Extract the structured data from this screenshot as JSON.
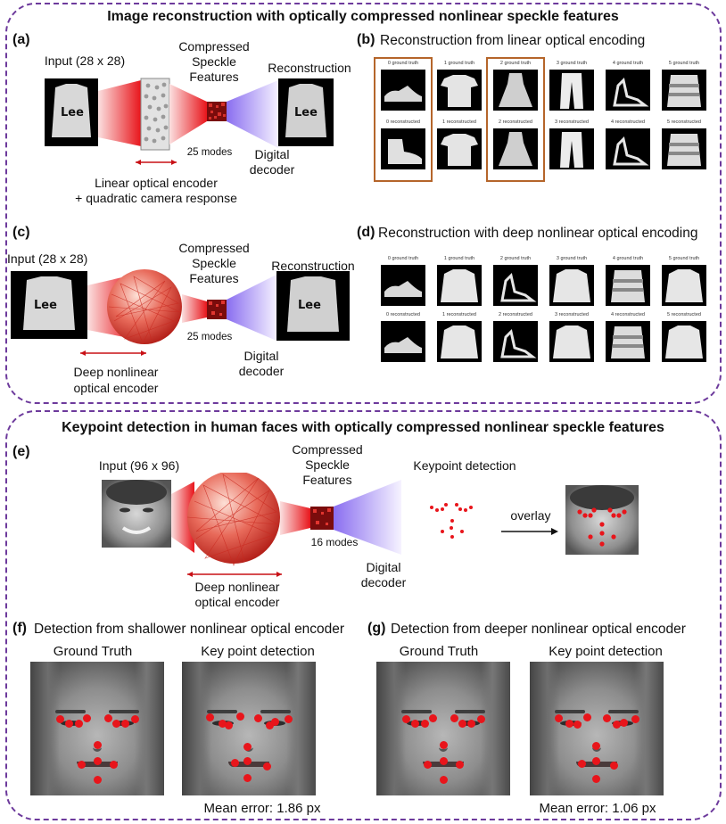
{
  "top_section": {
    "heading": "Image reconstruction with optically compressed nonlinear speckle features",
    "panel_a": {
      "label": "(a)",
      "input_label": "Input (28 x 28)",
      "features_label_1": "Compressed",
      "features_label_2": "Speckle",
      "features_label_3": "Features",
      "reconstruction_label": "Reconstruction",
      "modes_label": "25 modes",
      "encoder_label_1": "Linear optical encoder",
      "encoder_label_2": "+ quadratic camera response",
      "decoder_label_1": "Digital",
      "decoder_label_2": "decoder"
    },
    "panel_b": {
      "label": "(b)",
      "title": "Reconstruction from linear optical encoding",
      "top_captions": [
        "0 ground truth",
        "1 ground truth",
        "2 ground truth",
        "3 ground truth",
        "4 ground truth",
        "5 ground truth"
      ],
      "bottom_captions": [
        "0 reconstructed",
        "1 reconstructed",
        "2 reconstructed",
        "3 reconstructed",
        "4 reconstructed",
        "5 reconstructed"
      ]
    },
    "panel_c": {
      "label": "(c)",
      "input_label": "Input (28 x 28)",
      "features_label_1": "Compressed",
      "features_label_2": "Speckle",
      "features_label_3": "Features",
      "reconstruction_label": "Reconstruction",
      "modes_label": "25 modes",
      "encoder_label_1": "Deep nonlinear",
      "encoder_label_2": "optical encoder",
      "decoder_label_1": "Digital",
      "decoder_label_2": "decoder"
    },
    "panel_d": {
      "label": "(d)",
      "title": "Reconstruction with deep nonlinear optical encoding",
      "top_captions": [
        "0 ground truth",
        "1 ground truth",
        "2 ground truth",
        "3 ground truth",
        "4 ground truth",
        "5 ground truth"
      ],
      "bottom_captions": [
        "0 reconstructed",
        "1 reconstructed",
        "2 reconstructed",
        "3 reconstructed",
        "4 reconstructed",
        "5 reconstructed"
      ]
    }
  },
  "bottom_section": {
    "heading": "Keypoint detection in human faces with optically compressed nonlinear speckle features",
    "panel_e": {
      "label": "(e)",
      "input_label": "Input (96 x 96)",
      "features_label_1": "Compressed",
      "features_label_2": "Speckle",
      "features_label_3": "Features",
      "keypoint_label": "Keypoint detection",
      "modes_label": "16 modes",
      "overlay_label": "overlay",
      "encoder_label_1": "Deep nonlinear",
      "encoder_label_2": "optical encoder",
      "decoder_label_1": "Digital",
      "decoder_label_2": "decoder"
    },
    "panel_f": {
      "label": "(f)",
      "title": "Detection from shallower nonlinear optical encoder",
      "ground_truth_label": "Ground Truth",
      "detection_label": "Key point detection",
      "error_label": "Mean error: 1.86 px"
    },
    "panel_g": {
      "label": "(g)",
      "title": "Detection from deeper nonlinear optical encoder",
      "ground_truth_label": "Ground Truth",
      "detection_label": "Key point detection",
      "error_label": "Mean error: 1.06 px"
    }
  },
  "colors": {
    "frame": "#6d3a9c",
    "highlight": "#b5652a",
    "keypoint": "#e8151b",
    "beam_red": "#e8151b",
    "beam_violet": "#a78cf0"
  }
}
